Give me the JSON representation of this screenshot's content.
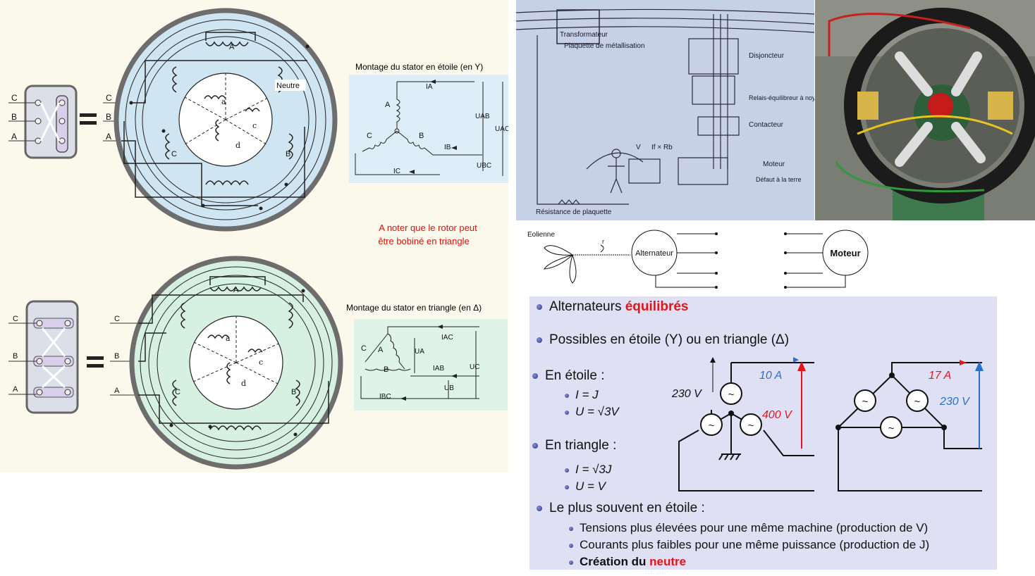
{
  "left_panel": {
    "star": {
      "caption": "Montage du stator en étoile (en Y)",
      "terminals": [
        "C",
        "B",
        "A"
      ],
      "winding_labels": [
        "A",
        "B",
        "C"
      ],
      "rotor_labels": [
        "a",
        "c",
        "d"
      ],
      "neutral_label": "Neutre",
      "currents": [
        "IA",
        "IB",
        "IC"
      ],
      "voltages": [
        "UAB",
        "UAC",
        "UBC"
      ],
      "coil_labels": [
        "A",
        "B",
        "C"
      ]
    },
    "note": [
      "A noter que le rotor peut",
      "être bobiné en triangle"
    ],
    "delta": {
      "caption": "Montage du stator en triangle (en Δ)",
      "terminals": [
        "C",
        "B",
        "A"
      ],
      "winding_labels": [
        "A",
        "B",
        "C"
      ],
      "rotor_labels": [
        "a",
        "c",
        "d"
      ],
      "currents": [
        "IAC",
        "IAB",
        "IBC"
      ],
      "voltages": [
        "UA",
        "UC",
        "UB"
      ],
      "coil_labels": [
        "A",
        "B",
        "C"
      ]
    }
  },
  "doc_photo": {
    "labels": [
      "Transformateur",
      "Plaquette de métallisation",
      "Disjoncteur",
      "Relais-équilibreur à noyau",
      "Contacteur",
      "Moteur",
      "Défaut à la terre",
      "Résistance de plaquette",
      "V",
      "If × Rb"
    ]
  },
  "wind_diagram": {
    "eolienne": "Eolienne",
    "alternator": "Alternateur",
    "motor": "Moteur",
    "r_label": "r"
  },
  "slide": {
    "bullet1_prefix": "Alternateurs ",
    "bullet1_highlight": "équilibrés",
    "bullet2": "Possibles en étoile (Y) ou en triangle (Δ)",
    "star_title": "En étoile :",
    "star_items": [
      "I = J",
      "U = √3V"
    ],
    "tri_title": "En triangle :",
    "tri_items": [
      "I = √3J",
      "U = V"
    ],
    "bullet5": "Le plus souvent en étoile :",
    "sub_items": [
      "Tensions plus élevées pour une même machine (production de V)",
      "Courants plus faibles pour une même puissance (production de J)"
    ],
    "sub3_prefix": "Création du ",
    "sub3_highlight": "neutre",
    "star_diagram": {
      "v_label": "230 V",
      "i_label": "10 A",
      "u_label": "400 V"
    },
    "tri_diagram": {
      "i_label": "17 A",
      "u_label": "230 V"
    },
    "colors": {
      "red": "#e4151a",
      "blue": "#2a6fc9"
    }
  }
}
